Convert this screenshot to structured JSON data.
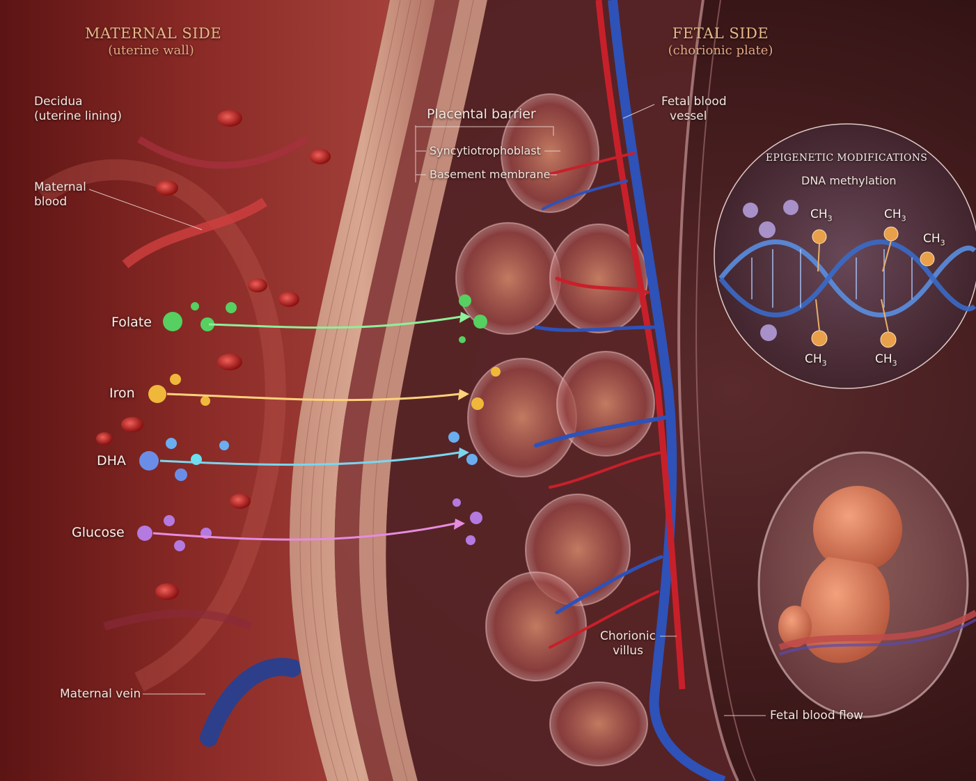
{
  "maternal": {
    "title": "MATERNAL SIDE",
    "subtitle": "(uterine wall)"
  },
  "fetal": {
    "title": "FETAL SIDE",
    "subtitle": "(chorionic plate)"
  },
  "labels": {
    "decidua_l1": "Decidua",
    "decidua_l2": "(uterine lining)",
    "maternal_blood_l1": "Maternal",
    "maternal_blood_l2": "blood",
    "placental_barrier": "Placental barrier",
    "syncytiotrophoblast": "Syncytiotrophoblast",
    "basement_membrane": "Basement membrane",
    "fetal_vessel_l1": "Fetal blood",
    "fetal_vessel_l2": "vessel",
    "chorionic_l1": "Chorionic",
    "chorionic_l2": "villus",
    "maternal_vein": "Maternal vein",
    "fetal_blood_flow": "Fetal blood flow"
  },
  "nutrients": [
    {
      "label": "Folate",
      "color": "#6fe07a"
    },
    {
      "label": "Iron",
      "color": "#f4c04a"
    },
    {
      "label": "DHA",
      "color": "#6ccff0"
    },
    {
      "label": "Glucose",
      "color": "#d98cf0"
    }
  ],
  "epigenetic": {
    "title": "EPIGENETIC MODIFICATIONS",
    "subtitle": "DNA methylation",
    "group": "CH",
    "group_sub": "3"
  },
  "colors": {
    "artery": "#c8202a",
    "vein": "#2e52b8",
    "tissue": "#c0504a"
  }
}
